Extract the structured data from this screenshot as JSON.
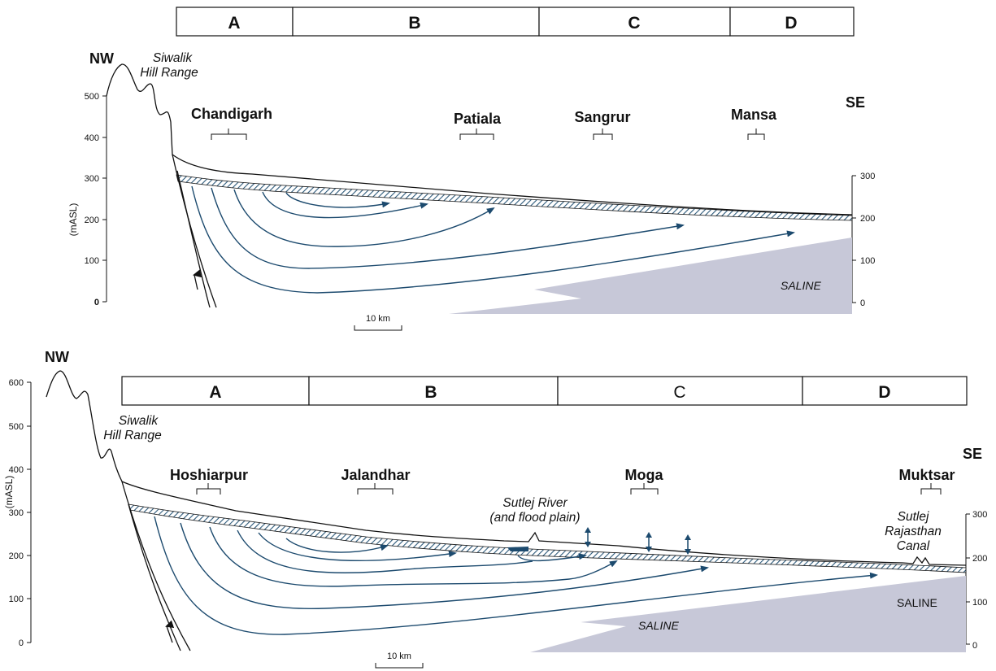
{
  "top_section": {
    "zones": [
      "A",
      "B",
      "C",
      "D"
    ],
    "direction_nw": "NW",
    "direction_se": "SE",
    "hill_label_line1": "Siwalik",
    "hill_label_line2": "Hill Range",
    "cities": [
      "Chandigarh",
      "Patiala",
      "Sangrur",
      "Mansa"
    ],
    "y_axis_title": "(mASL)",
    "left_ticks": [
      "500",
      "400",
      "300",
      "200",
      "100",
      "0"
    ],
    "right_ticks": [
      "300",
      "200",
      "100",
      "0"
    ],
    "saline_label": "SALINE",
    "scale_label": "10 km"
  },
  "bottom_section": {
    "zones": [
      "A",
      "B",
      "C",
      "D"
    ],
    "direction_nw": "NW",
    "direction_se": "SE",
    "hill_label_line1": "Siwalik",
    "hill_label_line2": "Hill Range",
    "cities": [
      "Hoshiarpur",
      "Jalandhar",
      "Moga",
      "Muktsar"
    ],
    "river_label_line1": "Sutlej River",
    "river_label_line2": "(and flood plain)",
    "canal_label_line1": "Sutlej",
    "canal_label_line2": "Rajasthan",
    "canal_label_line3": "Canal",
    "y_axis_title": "(mASL)",
    "left_ticks": [
      "600",
      "500",
      "400",
      "300",
      "200",
      "100",
      "0"
    ],
    "right_ticks": [
      "300",
      "200",
      "100",
      "0"
    ],
    "saline_label_inner": "SALINE",
    "saline_label_right": "SALINE",
    "scale_label": "10 km"
  },
  "colors": {
    "flow_line": "#1c4a6e",
    "saline_fill": "#c7c8d8",
    "aquitard_hatch": "#2d5a7b"
  }
}
